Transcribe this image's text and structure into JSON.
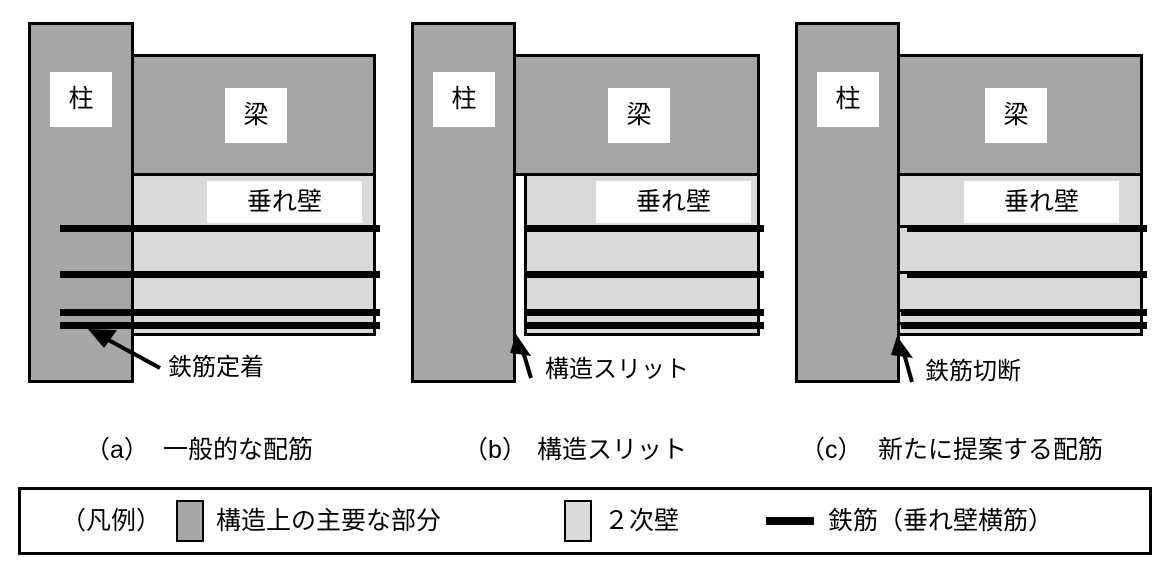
{
  "figure": {
    "title_present": false,
    "colors": {
      "primary_structure": "#a6a6a6",
      "secondary_wall": "#d9d9d9",
      "rebar": "#000000",
      "outline": "#000000",
      "background": "#ffffff"
    },
    "panels": [
      {
        "id": "a",
        "caption_index": "（a）",
        "caption_text": "一般的な配筋",
        "column_label": "柱",
        "beam_label": "梁",
        "wall_label": "垂れ壁",
        "annotation": "鉄筋定着",
        "rebar_behavior": "anchored-into-column",
        "has_structural_slit": false
      },
      {
        "id": "b",
        "caption_index": "（b）",
        "caption_text": "構造スリット",
        "column_label": "柱",
        "beam_label": "梁",
        "wall_label": "垂れ壁",
        "annotation": "構造スリット",
        "rebar_behavior": "stops-at-slit",
        "has_structural_slit": true
      },
      {
        "id": "c",
        "caption_index": "（c）",
        "caption_text": "新たに提案する配筋",
        "column_label": "柱",
        "beam_label": "梁",
        "wall_label": "垂れ壁",
        "annotation": "鉄筋切断",
        "rebar_behavior": "cut-at-column-face",
        "has_structural_slit": false
      }
    ]
  },
  "legend": {
    "prefix": "（凡例）",
    "items": [
      {
        "swatch": "primary-structure-swatch",
        "label": "構造上の主要な部分"
      },
      {
        "swatch": "secondary-wall-swatch",
        "label": "２次壁"
      },
      {
        "swatch": "rebar-line-swatch",
        "label": "鉄筋（垂れ壁横筋）"
      }
    ]
  }
}
